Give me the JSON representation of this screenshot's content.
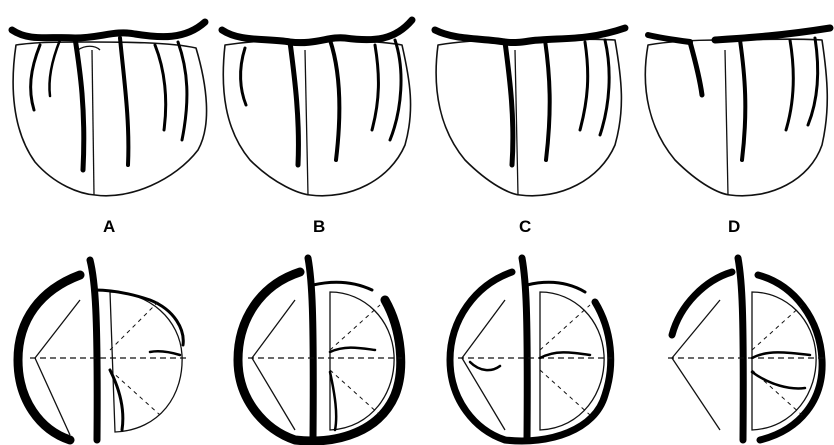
{
  "figure": {
    "labels": [
      "A",
      "B",
      "C",
      "D"
    ]
  }
}
